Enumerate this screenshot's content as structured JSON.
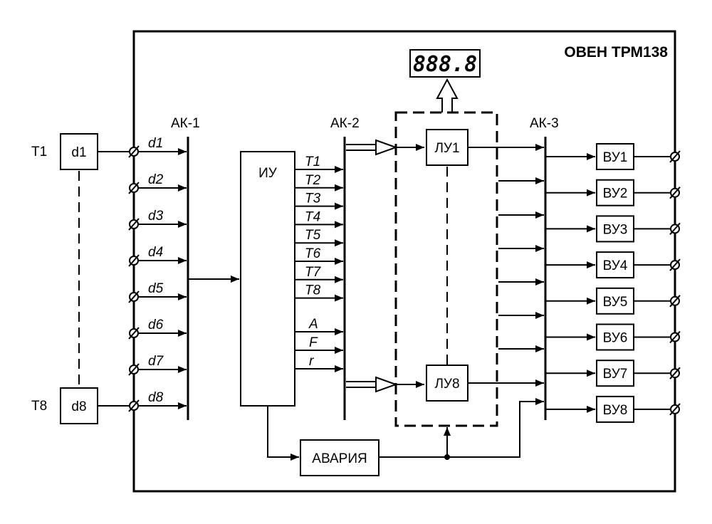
{
  "title": "ОВЕН ТРМ138",
  "display": "888.8",
  "bus_labels": [
    "АК-1",
    "АК-2",
    "АК-3"
  ],
  "sensors": {
    "top": {
      "name": "T1",
      "box": "d1"
    },
    "bottom": {
      "name": "T8",
      "box": "d8"
    }
  },
  "inputs": [
    "d1",
    "d2",
    "d3",
    "d4",
    "d5",
    "d6",
    "d7",
    "d8"
  ],
  "measure_unit": "ИУ",
  "measure_outputs": [
    "T1",
    "T2",
    "T3",
    "T4",
    "T5",
    "T6",
    "T7",
    "T8"
  ],
  "extra_outputs": [
    "A",
    "F",
    "r"
  ],
  "logic_units": [
    "ЛУ1",
    "ЛУ8"
  ],
  "output_units": [
    "ВУ1",
    "ВУ2",
    "ВУ3",
    "ВУ4",
    "ВУ5",
    "ВУ6",
    "ВУ7",
    "ВУ8"
  ],
  "alarm": "АВАРИЯ"
}
